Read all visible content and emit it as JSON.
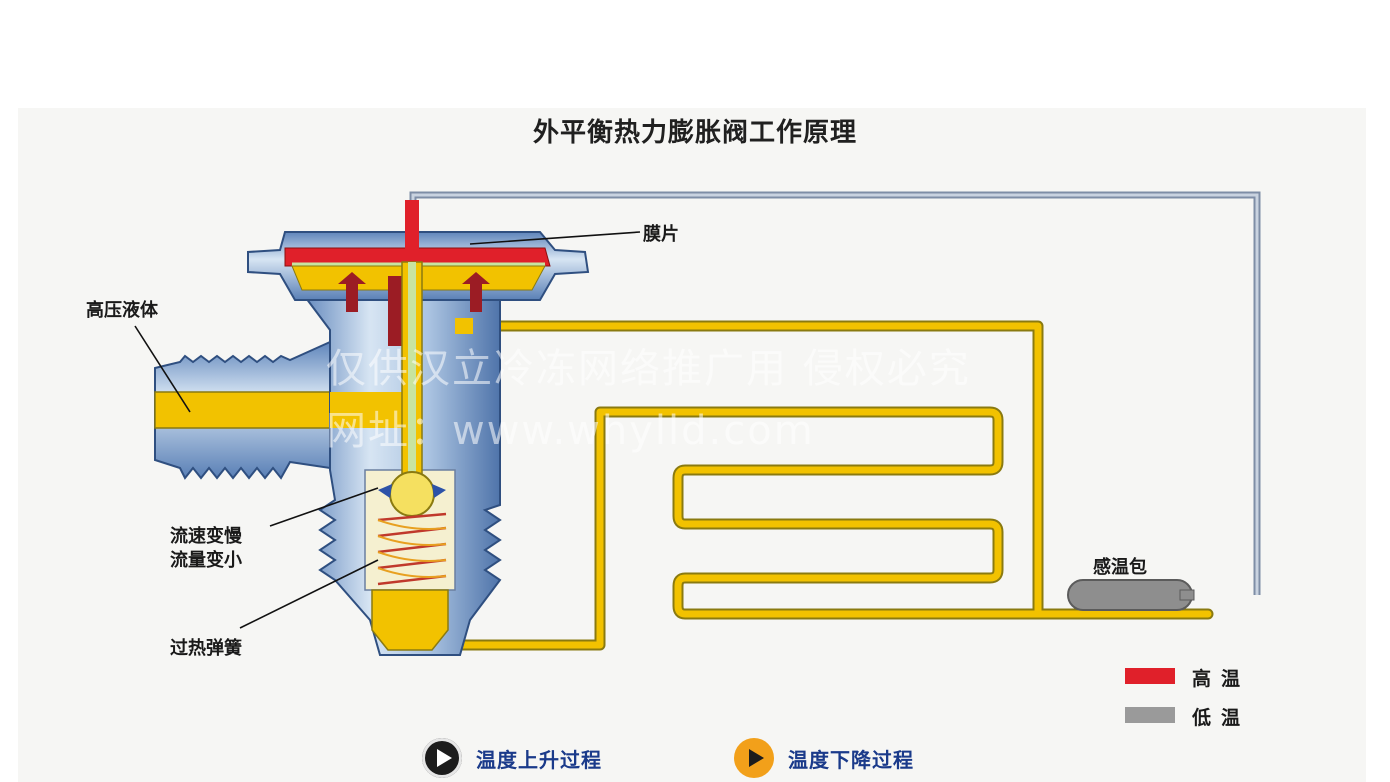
{
  "title": "外平衡热力膨胀阀工作原理",
  "labels": {
    "diaphragm": "膜片",
    "high_pressure_liquid": "高压液体",
    "flow_slower": "流速变慢",
    "flow_smaller": "流量变小",
    "superheat_spring": "过热弹簧",
    "sensing_bulb": "感温包"
  },
  "legend": [
    {
      "label": "高温",
      "color": "#e0202a"
    },
    {
      "label": "低温",
      "color": "#9a9a9a"
    }
  ],
  "buttons": [
    {
      "label": "温度上升过程",
      "icon": "play-icon",
      "color": "#1c1c1c"
    },
    {
      "label": "温度下降过程",
      "icon": "play-icon",
      "color": "#f2a01a"
    }
  ],
  "watermark": {
    "line1": "仅供汉立冷冻网络推广用 侵权必究",
    "line2": "网址：www.whylld.com"
  },
  "colors": {
    "refrigerant": "#f2c200",
    "valve_body": "#8fb0d8",
    "capillary": "#9aa6b8"
  }
}
